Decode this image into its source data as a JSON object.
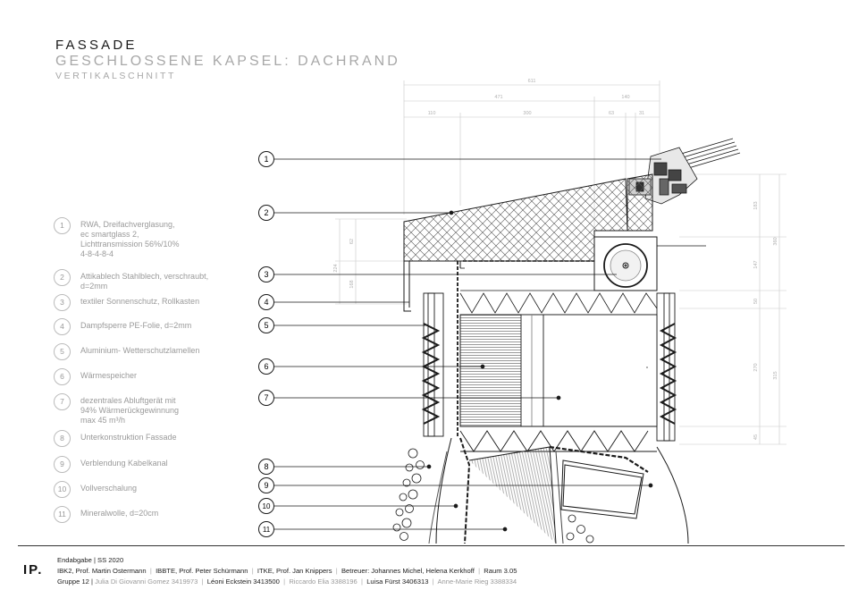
{
  "header": {
    "title": "FASSADE",
    "subtitle": "GESCHLOSSENE KAPSEL: DACHRAND",
    "subtitle2": "VERTIKALSCHNITT"
  },
  "legend": [
    {
      "num": "1",
      "text": "RWA, Dreifachverglasung,\nec smartglass 2,\nLichttransmission 56%/10%\n4-8-4-8-4"
    },
    {
      "num": "2",
      "text": "Attikablech Stahlblech, verschraubt,\nd=2mm"
    },
    {
      "num": "3",
      "text": "textiler Sonnenschutz, Rollkasten"
    },
    {
      "num": "4",
      "text": "Dampfsperre PE-Folie, d=2mm"
    },
    {
      "num": "5",
      "text": "Aluminium- Wetterschutzlamellen"
    },
    {
      "num": "6",
      "text": "Wärmespeicher"
    },
    {
      "num": "7",
      "text": "dezentrales Abluftgerät mit\n94% Wärmerückgewinnung\nmax 45 m³/h"
    },
    {
      "num": "8",
      "text": "Unterkonstruktion Fassade"
    },
    {
      "num": "9",
      "text": "Verblendung Kabelkanal"
    },
    {
      "num": "10",
      "text": "Vollverschalung"
    },
    {
      "num": "11",
      "text": "Mineralwolle, d=20cm"
    }
  ],
  "callouts": [
    "1",
    "2",
    "3",
    "4",
    "5",
    "6",
    "7",
    "8",
    "9",
    "10",
    "11"
  ],
  "dimensions": {
    "top_total": "611",
    "top_left": "471",
    "top_right": "140",
    "top_sub": [
      "110",
      "300",
      "63",
      "31"
    ],
    "right_a": [
      "183",
      "147",
      "50"
    ],
    "right_b": "360",
    "right_c": [
      "270",
      "45"
    ],
    "right_d": "315",
    "left_a": [
      "62",
      "168"
    ],
    "left_b": "224"
  },
  "footer": {
    "logo": "IP.",
    "line1": "Endabgabe | SS 2020",
    "line2_a": "IBK2, Prof. Martin Ostermann",
    "line2_b": "IBBTE, Prof. Peter Schürmann",
    "line2_c": "ITKE, Prof. Jan Knippers",
    "line2_d": "Betreuer: Johannes Michel, Helena Kerkhoff",
    "line2_e": "Raum 3.05",
    "group": "Gruppe 12 |",
    "m1": "Julia Di Giovanni Gomez 3419973",
    "m2": "Léoni Eckstein 3413500",
    "m3": "Riccardo Elia 3388196",
    "m4": "Luisa Fürst 3406313",
    "m5": "Anne-Marie Rieg 3388334"
  },
  "colors": {
    "line": "#1a1a1a",
    "grey_text": "#9a9a9a",
    "dim": "#c8c8c8"
  }
}
